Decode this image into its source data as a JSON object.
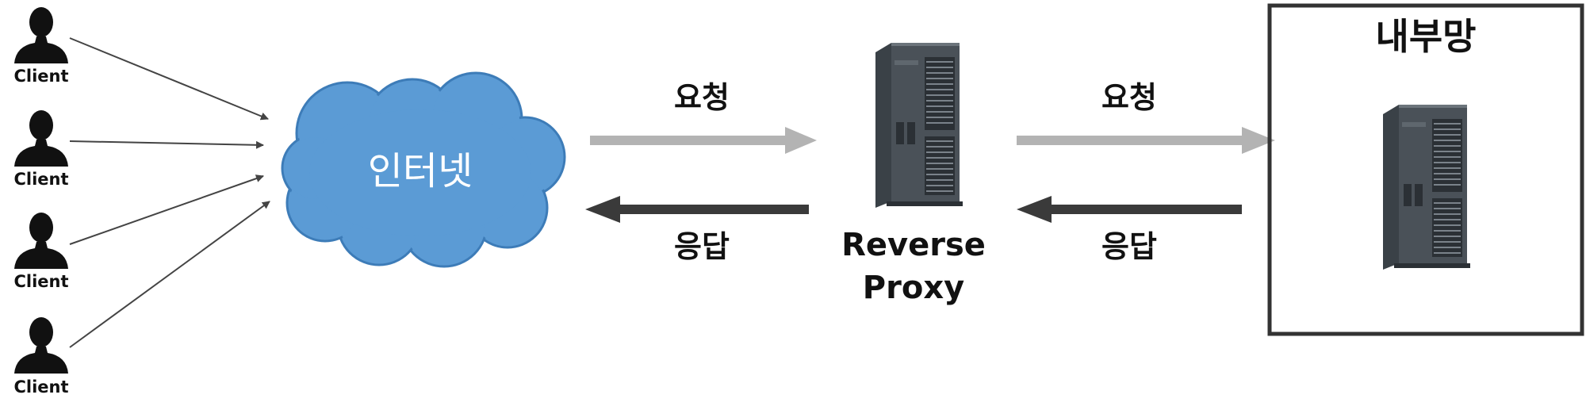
{
  "clients": [
    {
      "label": "Client"
    },
    {
      "label": "Client"
    },
    {
      "label": "Client"
    },
    {
      "label": "Client"
    }
  ],
  "internet": {
    "label": "인터넷"
  },
  "left_flow": {
    "request": "요청",
    "response": "응답"
  },
  "proxy": {
    "line1": "Reverse",
    "line2": "Proxy"
  },
  "right_flow": {
    "request": "요청",
    "response": "응답"
  },
  "internal_network": {
    "title": "내부망"
  },
  "colors": {
    "cloud": "#5b9bd5",
    "cloud_stroke": "#3d7cb8",
    "request_arrow": "#b3b3b3",
    "response_arrow": "#3a3a3a",
    "person": "#111111",
    "box_border": "#333333"
  }
}
